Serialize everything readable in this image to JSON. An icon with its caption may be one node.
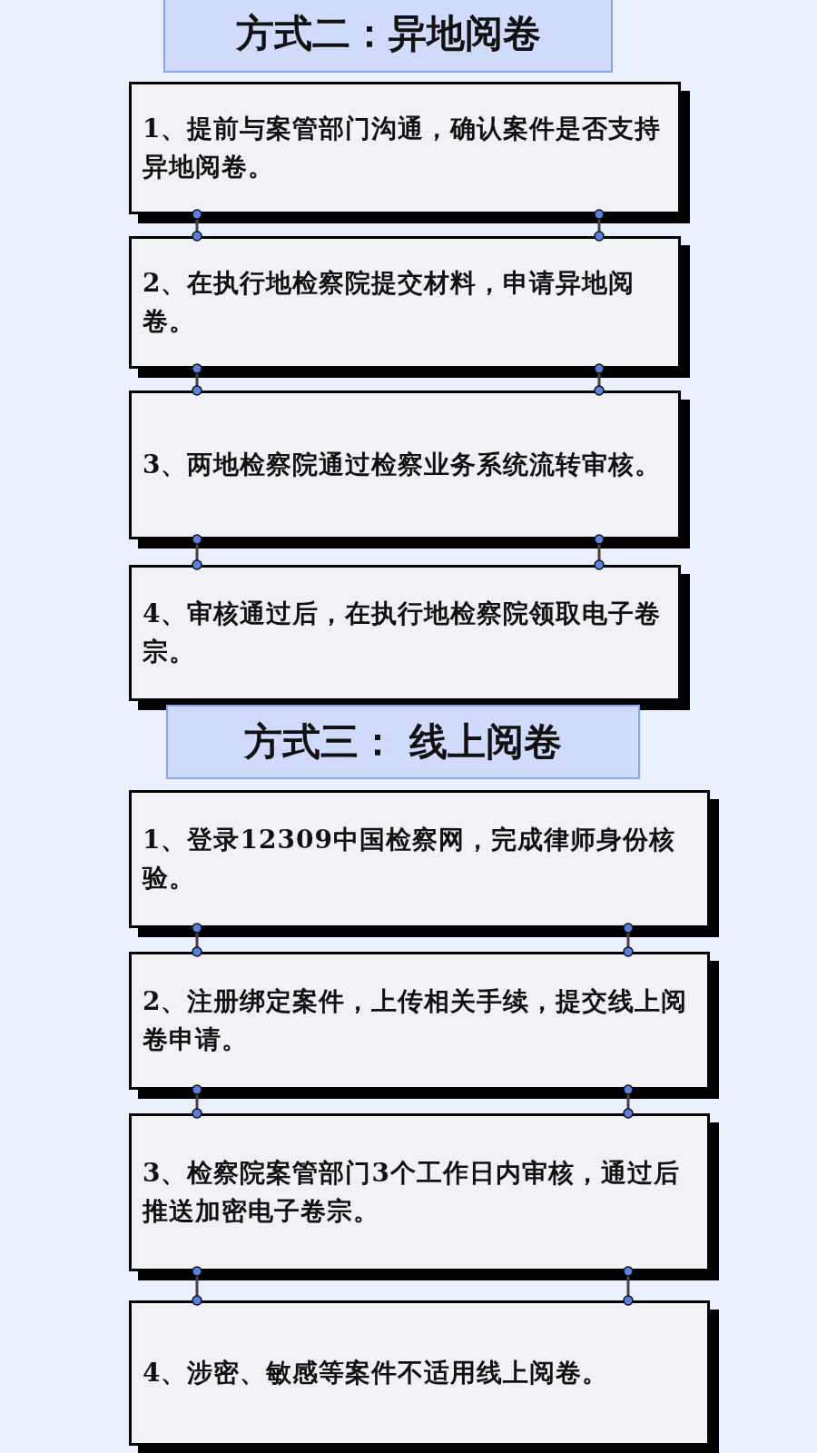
{
  "diagram": {
    "nodes": [
      {
        "text": [
          "方式二：异地阅卷"
        ]
      },
      {
        "text": [
          "1、提前与案管部门沟通，确认案件是否支持异地阅卷。"
        ]
      },
      {
        "text": [
          "2、在执行地检察院提交材料，申请异地阅卷。"
        ]
      },
      {
        "text": [
          "3、两地检察院通过检察业务系统流转审核。"
        ]
      },
      {
        "text": [
          "4、审核通过后，在执行地检察院领取电子卷宗。"
        ]
      },
      {
        "text": [
          "方式三： 线上阅卷"
        ]
      },
      {
        "text": [
          "1、登录12309中国检察网，完成律师身份核验。"
        ]
      },
      {
        "text": [
          "2、注册绑定案件，上传相关手续，提交线上阅卷申请。"
        ]
      },
      {
        "text": [
          "3、检察院案管部门3个工作日内审核，通过后推送加密电子卷宗。"
        ]
      },
      {
        "text": [
          "4、涉密、敏感等案件不适用线上阅卷。"
        ]
      }
    ],
    "edges": [
      {
        "from": 1,
        "to": 2,
        "arrow": "other"
      },
      {
        "from": 1,
        "to": 2,
        "arrow": "other"
      },
      {
        "from": 2,
        "to": 3,
        "arrow": "other"
      },
      {
        "from": 2,
        "to": 3,
        "arrow": "other"
      },
      {
        "from": 3,
        "to": 4,
        "arrow": "other"
      },
      {
        "from": 3,
        "to": 4,
        "arrow": "other"
      },
      {
        "from": 6,
        "to": 7,
        "arrow": "other"
      },
      {
        "from": 6,
        "to": 7,
        "arrow": "other"
      },
      {
        "from": 7,
        "to": 8,
        "arrow": "other"
      },
      {
        "from": 7,
        "to": 8,
        "arrow": "other"
      },
      {
        "from": 8,
        "to": 9,
        "arrow": "other"
      },
      {
        "from": 8,
        "to": 9,
        "arrow": "other"
      }
    ]
  }
}
